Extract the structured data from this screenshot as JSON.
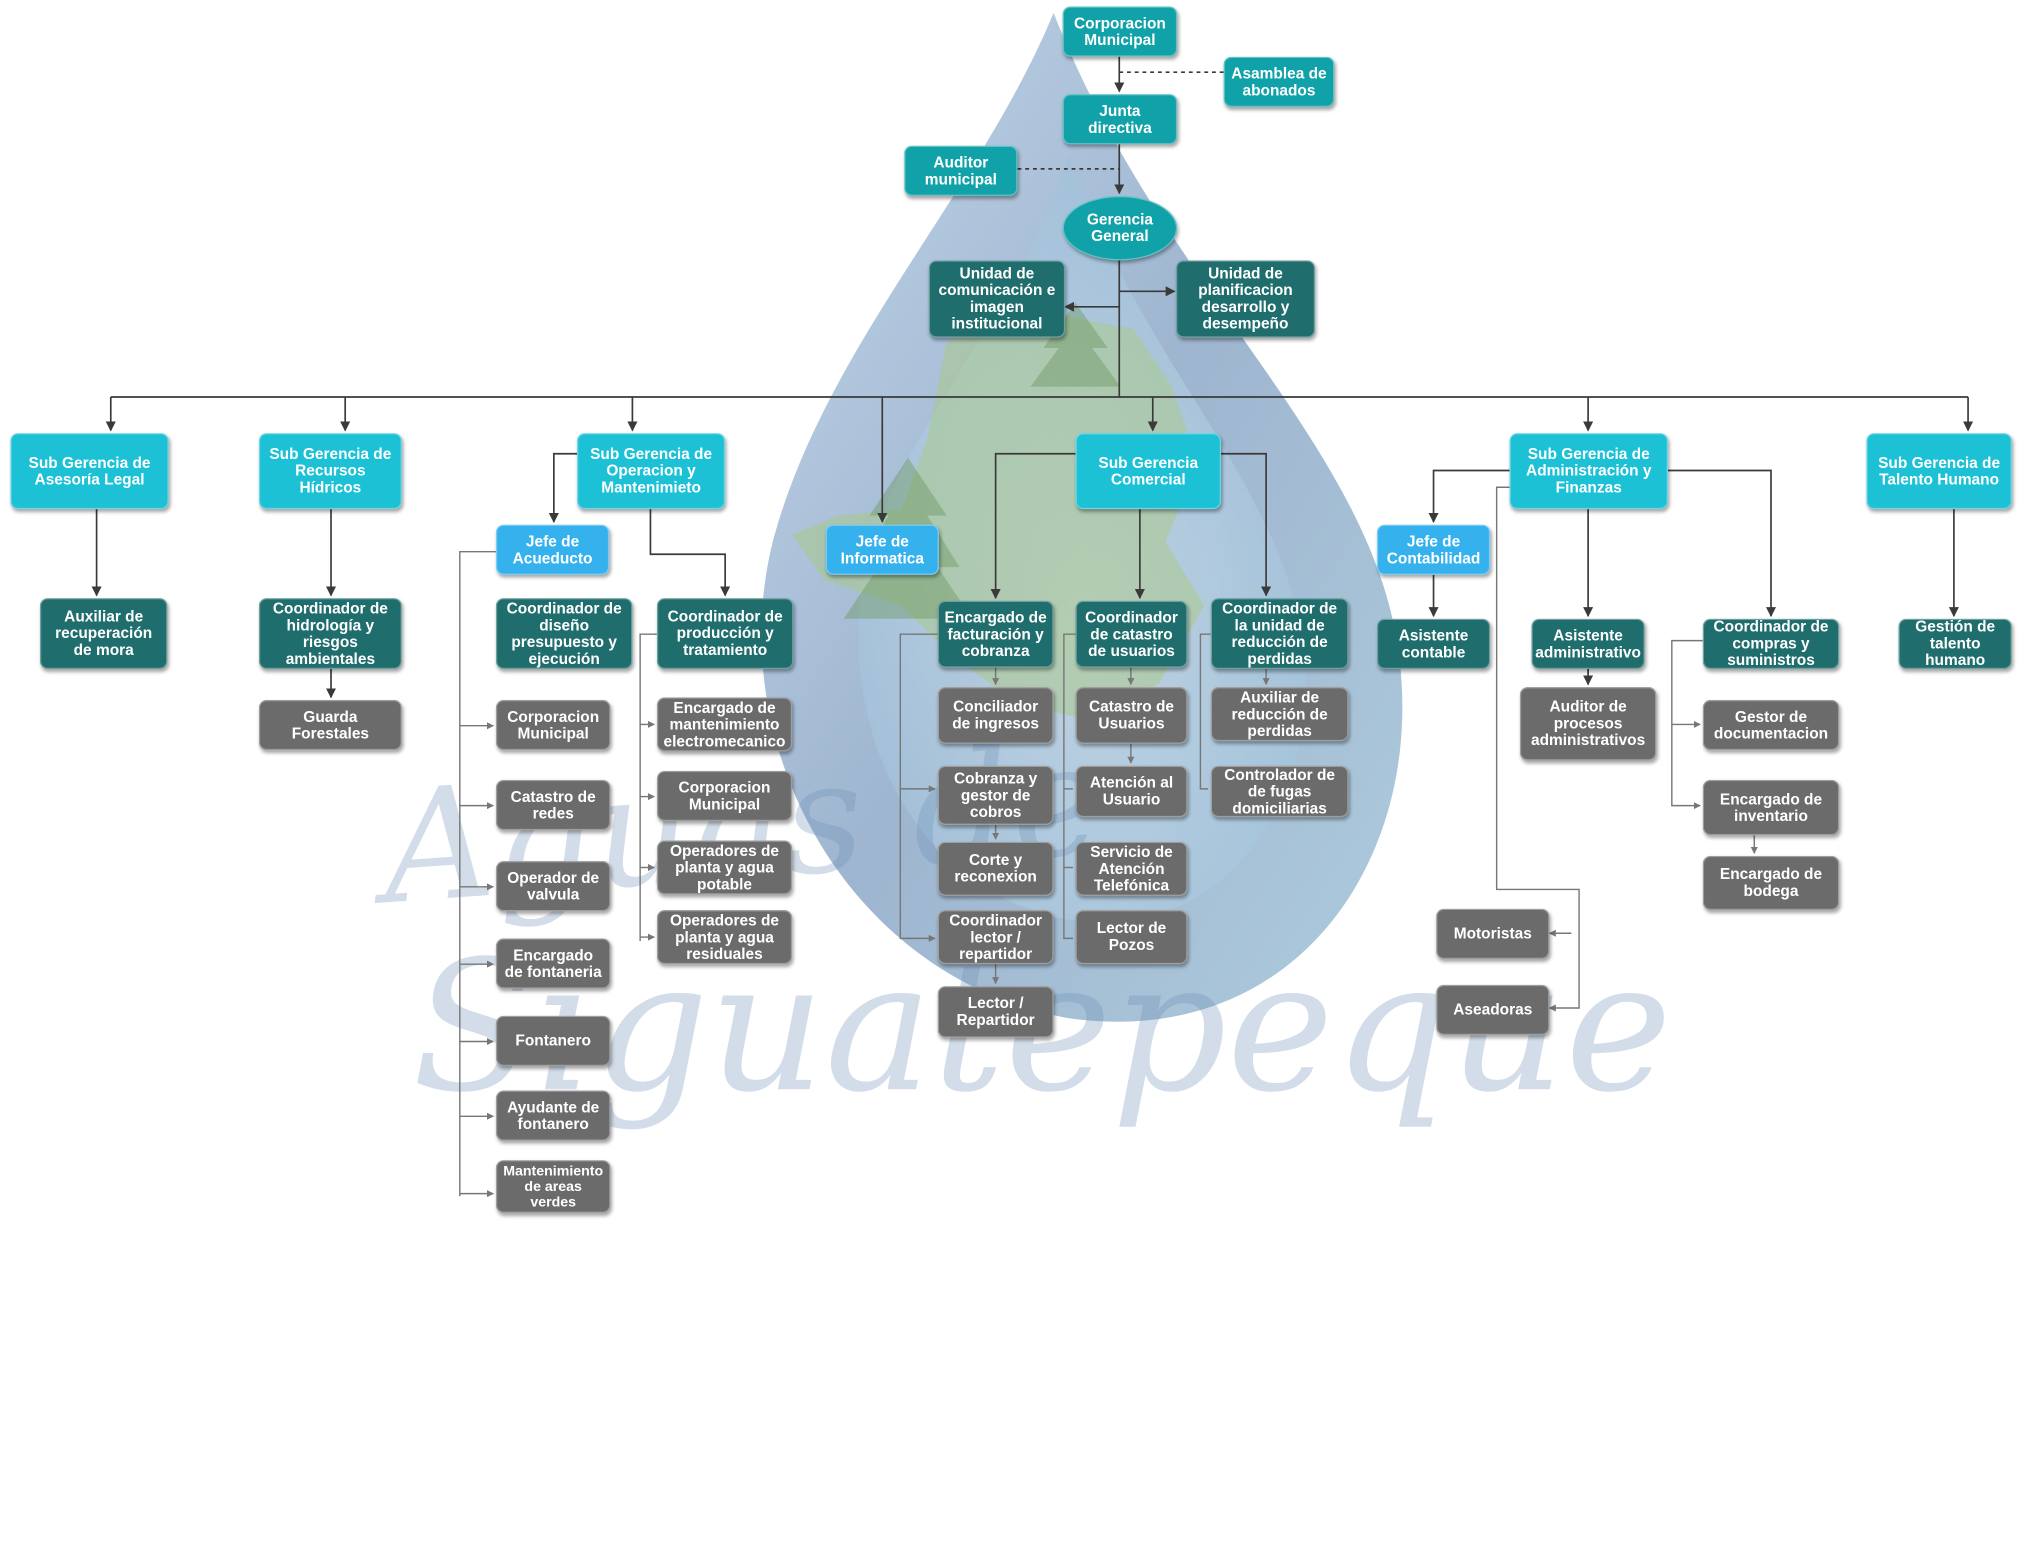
{
  "nodes": {
    "corporacion_municipal": "Corporacion Municipal",
    "asamblea_abonados": "Asamblea de abonados",
    "junta_directiva": "Junta directiva",
    "auditor_municipal": "Auditor municipal",
    "gerencia_general": "Gerencia General",
    "unidad_comunicacion": "Unidad de comunicación e imagen institucional",
    "unidad_planificacion": "Unidad de planificacion desarrollo y desempeño",
    "sg_asesoria_legal": "Sub Gerencia de Asesoría Legal",
    "sg_recursos_hidricos": "Sub Gerencia de Recursos Hídricos",
    "sg_operacion": "Sub Gerencia de Operacion y Mantenimieto",
    "jefe_informatica": "Jefe de Informatica",
    "sg_comercial": "Sub Gerencia Comercial",
    "sg_administracion": "Sub Gerencia de Administración y Finanzas",
    "sg_talento": "Sub Gerencia de Talento Humano",
    "auxiliar_mora": "Auxiliar de recuperación de mora",
    "coord_hidrologia": "Coordinador de hidrología y riesgos ambientales",
    "guarda_forestales": "Guarda Forestales",
    "jefe_acueducto": "Jefe de Acueducto",
    "coord_diseno": "Coordinador de diseño presupuesto y ejecución",
    "acu_corporacion": "Corporacion Municipal",
    "acu_catastro": "Catastro de redes",
    "acu_operador": "Operador de valvula",
    "acu_encargado_fontaneria": "Encargado de fontaneria",
    "acu_fontanero": "Fontanero",
    "acu_ayudante": "Ayudante de fontanero",
    "acu_mantenimiento": "Mantenimiento de areas verdes",
    "coord_produccion": "Coordinador de producción y tratamiento",
    "prod_encargado": "Encargado de mantenimiento electromecanico",
    "prod_corporacion": "Corporacion Municipal",
    "prod_potable": "Operadores de planta y agua potable",
    "prod_residuales": "Operadores de planta y agua residuales",
    "enc_facturacion": "Encargado de facturación y cobranza",
    "fac_conciliador": "Conciliador de ingresos",
    "fac_cobranza": "Cobranza y gestor de cobros",
    "fac_corte": "Corte y reconexion",
    "fac_coord_lector": "Coordinador lector / repartidor",
    "fac_lector": "Lector / Repartidor",
    "coord_catastro": "Coordinador de catastro de usuarios",
    "cat_catastro": "Catastro de Usuarios",
    "cat_atencion": "Atención al Usuario",
    "cat_servicio": "Servicio de Atención Telefónica",
    "cat_lector_pozos": "Lector de Pozos",
    "coord_perdidas": "Coordinador de la unidad de reducción de perdidas",
    "per_auxiliar": "Auxiliar de reducción de perdidas",
    "per_controlador": "Controlador de de fugas domiciliarias",
    "jefe_contabilidad": "Jefe de Contabilidad",
    "asistente_contable": "Asistente contable",
    "asistente_administrativo": "Asistente administrativo",
    "auditor_procesos": "Auditor de procesos administrativos",
    "coord_compras": "Coordinador de compras y suministros",
    "com_gestor": "Gestor de documentacion",
    "com_inventario": "Encargado de inventario",
    "com_bodega": "Encargado de bodega",
    "motoristas": "Motoristas",
    "aseadoras": "Aseadoras",
    "gestion_talento": "Gestión de talento humano"
  },
  "watermark": {
    "line1": "Aguas de",
    "line2": "Siguatepeque"
  },
  "colors": {
    "top_level": "#10a2a8",
    "sub_gerencia": "#1cc1d6",
    "jefe": "#35b2ee",
    "coordinator": "#1f6d6c",
    "staff": "#6b6b6b",
    "connector": "#3a3a3a",
    "watermark_drop": "#5f86b5"
  }
}
